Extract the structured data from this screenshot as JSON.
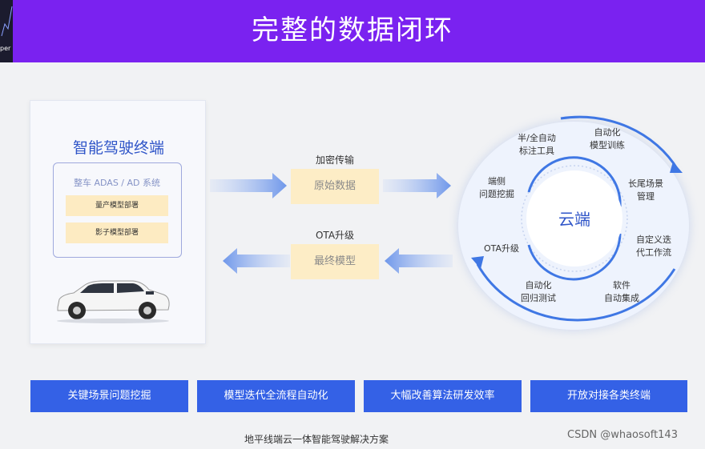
{
  "header": {
    "title": "完整的数据闭环",
    "corner_mark": "per"
  },
  "terminal": {
    "title": "智能驾驶终端",
    "system": "整车 ADAS / AD 系统",
    "models": [
      "量产模型部署",
      "影子模型部署"
    ]
  },
  "flow": {
    "upload": {
      "label": "加密传输",
      "box": "原始数据"
    },
    "download": {
      "label": "OTA升级",
      "box": "最终模型"
    }
  },
  "cloud": {
    "center": "云端",
    "items": [
      {
        "line1": "半/全自动",
        "line2": "标注工具"
      },
      {
        "line1": "自动化",
        "line2": "模型训练"
      },
      {
        "line1": "端侧",
        "line2": "问题挖掘"
      },
      {
        "line1": "长尾场景",
        "line2": "管理"
      },
      {
        "line1": "自定义迭",
        "line2": "代工作流"
      },
      {
        "line1": "OTA升级",
        "line2": ""
      },
      {
        "line1": "自动化",
        "line2": "回归测试"
      },
      {
        "line1": "软件",
        "line2": "自动集成"
      }
    ]
  },
  "buttons": [
    "关键场景问题挖掘",
    "模型迭代全流程自动化",
    "大幅改善算法研发效率",
    "开放对接各类终端"
  ],
  "footer": "地平线端云一体智能驾驶解决方案",
  "watermark": "CSDN @whaosoft143",
  "colors": {
    "header": "#7a22f0",
    "accent": "#3461e6",
    "title_blue": "#2f55c8",
    "data_box": "#fdedc6"
  }
}
